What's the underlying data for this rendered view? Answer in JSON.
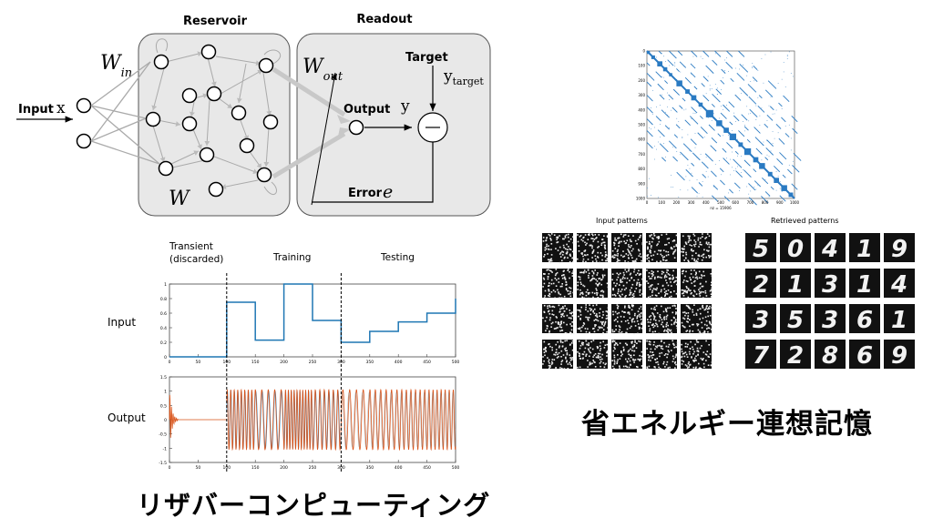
{
  "reservoir_diagram": {
    "reservoir_title": "Reservoir",
    "readout_title": "Readout",
    "input_label": "Input",
    "input_var": "x",
    "w_in_main": "W",
    "w_in_sub": "in",
    "w_out_main": "W",
    "w_out_sub": "out",
    "w_label": "W",
    "target_label": "Target",
    "y_target_main": "y",
    "y_target_sub": "target",
    "output_label": "Output",
    "output_var": "y",
    "error_label": "Error",
    "error_var": "e"
  },
  "timeline_chart": {
    "phase_transient_line1": "Transient",
    "phase_transient_line2": "(discarded)",
    "phase_training": "Training",
    "phase_testing": "Testing",
    "input_row_label": "Input",
    "output_row_label": "Output",
    "x_ticks": [
      "0",
      "50",
      "100",
      "150",
      "200",
      "250",
      "300",
      "350",
      "400",
      "450",
      "500"
    ],
    "input_y_ticks": [
      "0",
      "0.2",
      "0.4",
      "0.6",
      "0.8",
      "1"
    ],
    "output_y_ticks": [
      "-1.5",
      "-1",
      "-0.5",
      "0",
      "0.5",
      "1",
      "1.5"
    ],
    "colors": {
      "input": "#1f77b4",
      "output_target": "#d95319",
      "output_pred": "#3e9bd6"
    }
  },
  "chart_data": {
    "type": "line",
    "x_range": [
      0,
      500
    ],
    "input_series": {
      "ylim": [
        0,
        1
      ],
      "steps": [
        {
          "x0": 0,
          "x1": 100,
          "value": 0
        },
        {
          "x0": 100,
          "x1": 150,
          "value": 0.75
        },
        {
          "x0": 150,
          "x1": 200,
          "value": 0.23
        },
        {
          "x0": 200,
          "x1": 250,
          "value": 1.0
        },
        {
          "x0": 250,
          "x1": 300,
          "value": 0.5
        },
        {
          "x0": 300,
          "x1": 350,
          "value": 0.2
        },
        {
          "x0": 350,
          "x1": 400,
          "value": 0.35
        },
        {
          "x0": 400,
          "x1": 450,
          "value": 0.48
        },
        {
          "x0": 450,
          "x1": 500,
          "value": 0.6
        }
      ],
      "final_value": 0.8
    },
    "output_series": {
      "ylim": [
        -1.5,
        1.5
      ]
    }
  },
  "matrix_figure": {
    "x_ticks": [
      "0",
      "100",
      "200",
      "300",
      "400",
      "500",
      "600",
      "700",
      "800",
      "900",
      "1000"
    ],
    "y_ticks": [
      "0",
      "100",
      "200",
      "300",
      "400",
      "500",
      "600",
      "700",
      "800",
      "900",
      "1000"
    ],
    "nz_label": "nz = 15906",
    "color": "#2a7ac2"
  },
  "patterns_figure": {
    "input_title": "Input patterns",
    "retrieved_title": "Retrieved patterns",
    "retrieved_digits": [
      [
        "5",
        "0",
        "4",
        "1",
        "9"
      ],
      [
        "2",
        "1",
        "3",
        "1",
        "4"
      ],
      [
        "3",
        "5",
        "3",
        "6",
        "1"
      ],
      [
        "7",
        "2",
        "8",
        "6",
        "9"
      ]
    ]
  },
  "captions": {
    "left": "リザバーコンピューティング",
    "right": "省エネルギー連想記憶"
  }
}
